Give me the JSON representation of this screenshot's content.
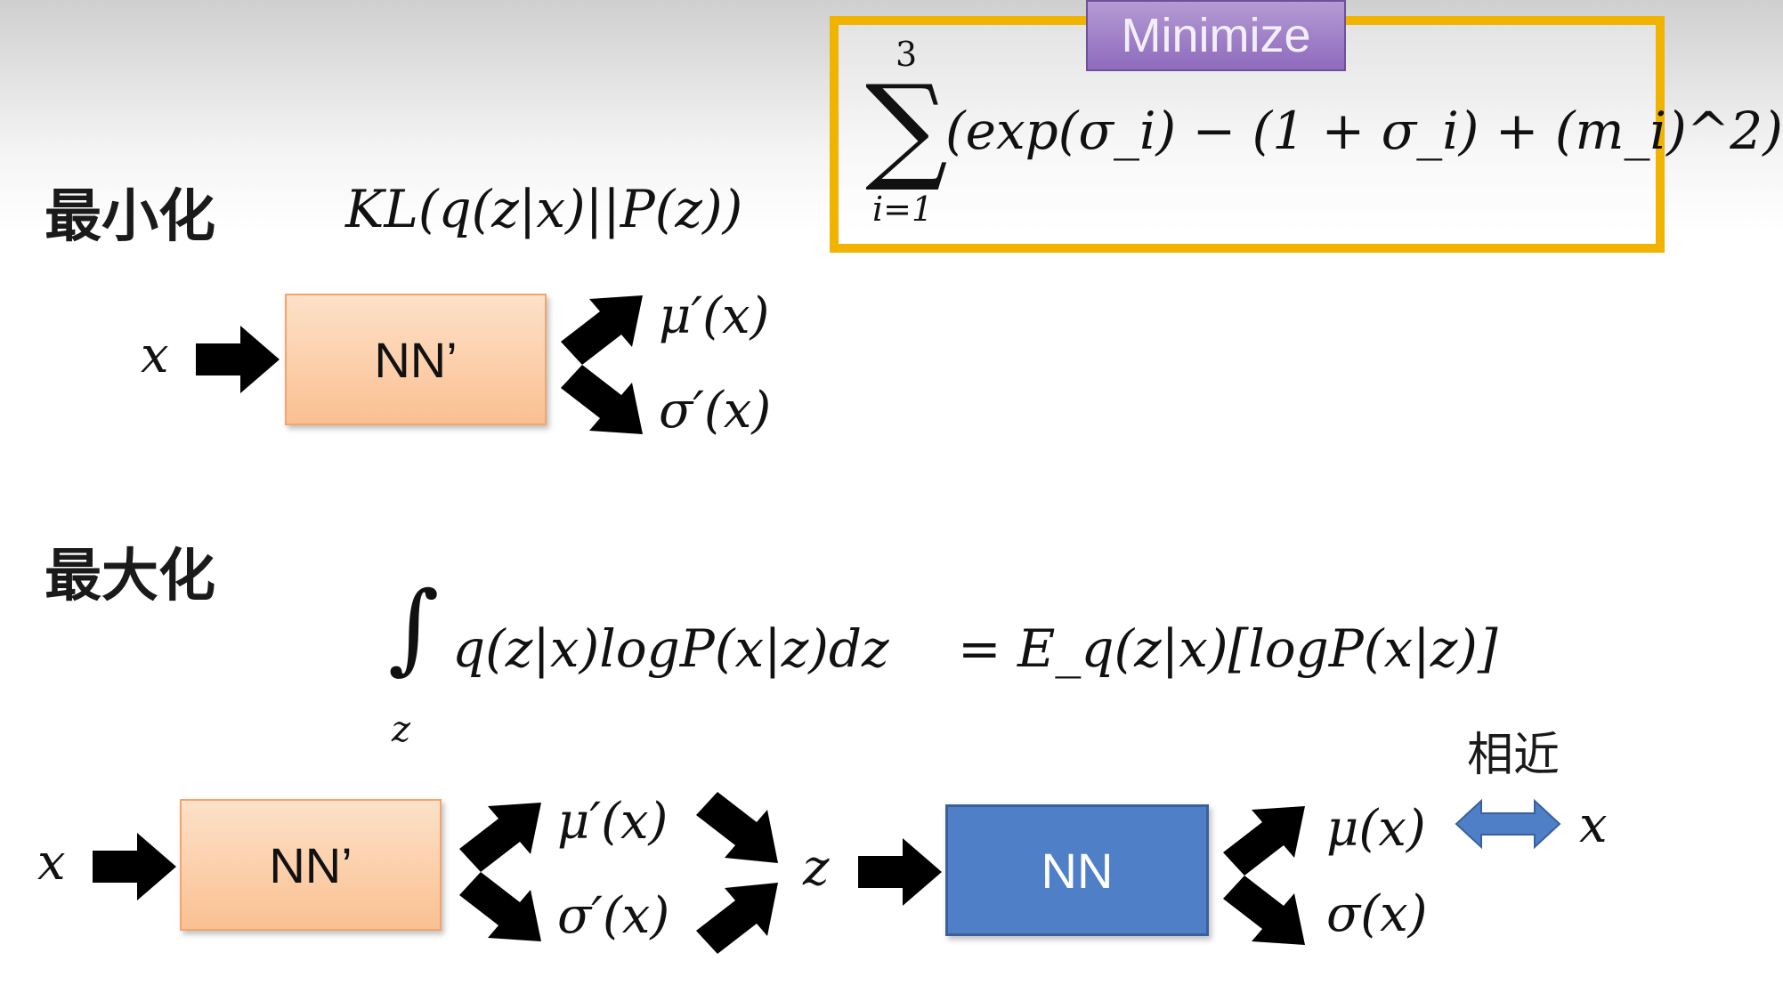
{
  "headings": {
    "minimize_cn": "最小化",
    "maximize_cn": "最大化",
    "similar_cn": "相近"
  },
  "minimize_tag": "Minimize",
  "kl_formula": "KL(q(z|x)||P(z))",
  "sum": {
    "upper": "3",
    "lower": "i=1",
    "body": "(exp(σ_i) − (1 + σ_i) + (m_i)^2)"
  },
  "integral": {
    "lower": "z",
    "body": "q(z|x)logP(x|z)dz",
    "rhs": "= E_q(z|x)[logP(x|z)]"
  },
  "encoder_top": {
    "input": "x",
    "box_label": "NN’",
    "mu": "μ′(x)",
    "sigma": "σ′(x)"
  },
  "pipeline": {
    "input": "x",
    "encoder_label": "NN’",
    "mu_prime": "μ′(x)",
    "sigma_prime": "σ′(x)",
    "latent": "z",
    "decoder_label": "NN",
    "mu": "μ(x)",
    "sigma": "σ(x)",
    "target": "x"
  },
  "colors": {
    "frame": "#f0b400",
    "tag": "#8e6bbd",
    "encoder_box": "#fac092",
    "decoder_box": "#4f7fc6",
    "double_arrow": "#4f7fc6"
  }
}
